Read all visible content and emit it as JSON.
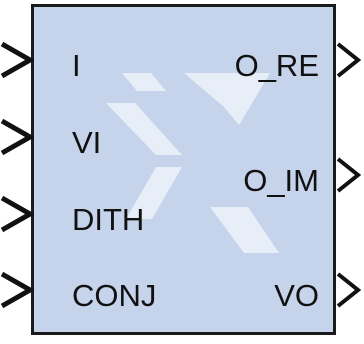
{
  "block": {
    "fill": "#c5d3eb",
    "border": "#1a1a1a",
    "logo_color": "#e8eef8"
  },
  "inputs": [
    {
      "label": "I"
    },
    {
      "label": "VI"
    },
    {
      "label": "DITH"
    },
    {
      "label": "CONJ"
    }
  ],
  "outputs": [
    {
      "label": "O_RE"
    },
    {
      "label": "O_IM"
    },
    {
      "label": "VO"
    }
  ]
}
